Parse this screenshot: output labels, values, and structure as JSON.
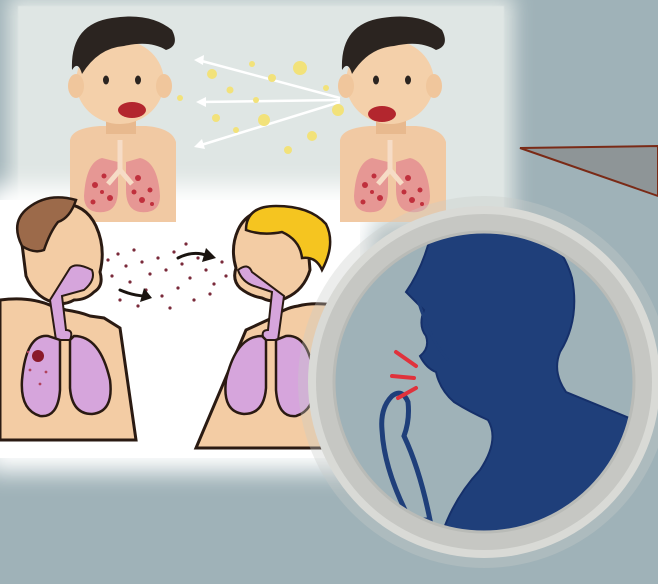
{
  "colors": {
    "background": "#9fb2b8",
    "skin": "#f3cfa6",
    "hair_dark": "#2d2622",
    "lungs_red": "#e79a95",
    "lungs_purple": "#d9a8de",
    "magnifier_rim": "#d8d8d4",
    "silhouette_blue": "#1f3f7a",
    "cough_red": "#e0323c",
    "pointer_grey": "#8e9597",
    "pointer_border": "#7a2a16"
  },
  "icons": {
    "top_scene": "two-people-sneeze-droplets",
    "bottom_scene": "airborne-transmission-lungs",
    "magnifier": "coughing-person-silhouette",
    "callout": "pointer-triangle"
  }
}
